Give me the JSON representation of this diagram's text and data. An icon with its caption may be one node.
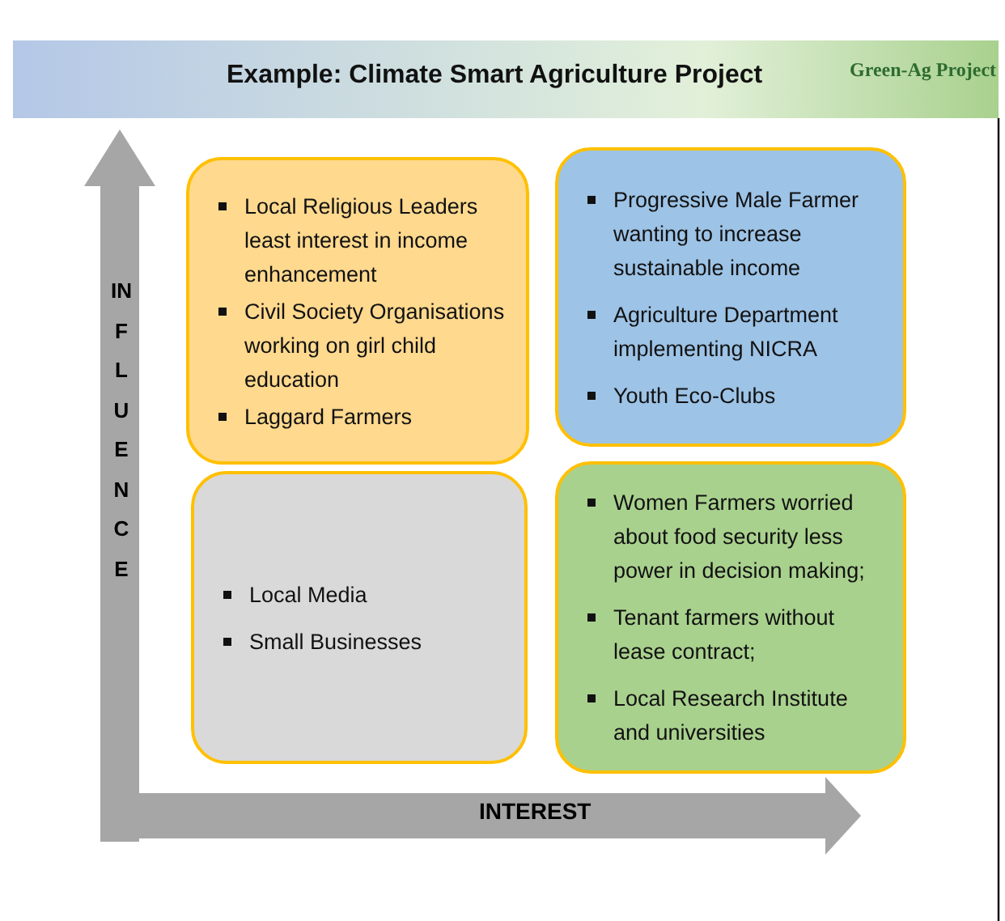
{
  "diagram": {
    "title": "Example: Climate Smart Agriculture Project",
    "nodes": [
      {
        "text": [
          "Local Religious Leaders least interest in income enhancement",
          "Civil Society Organisations working on girl child education",
          "Laggard Farmers"
        ]
      },
      {
        "text": [
          "Progressive Male Farmer wanting to increase sustainable income",
          "Agriculture Department implementing NICRA",
          "Youth Eco-Clubs"
        ]
      },
      {
        "text": [
          "Local Media",
          "Small Businesses"
        ]
      },
      {
        "text": [
          "Women Farmers worried about food security less power in decision making;",
          "Tenant farmers without lease contract;",
          "Local Research Institute and universities"
        ]
      }
    ],
    "labels": [
      "Green-Ag Project",
      "INFLUENCE",
      "INTEREST"
    ]
  }
}
